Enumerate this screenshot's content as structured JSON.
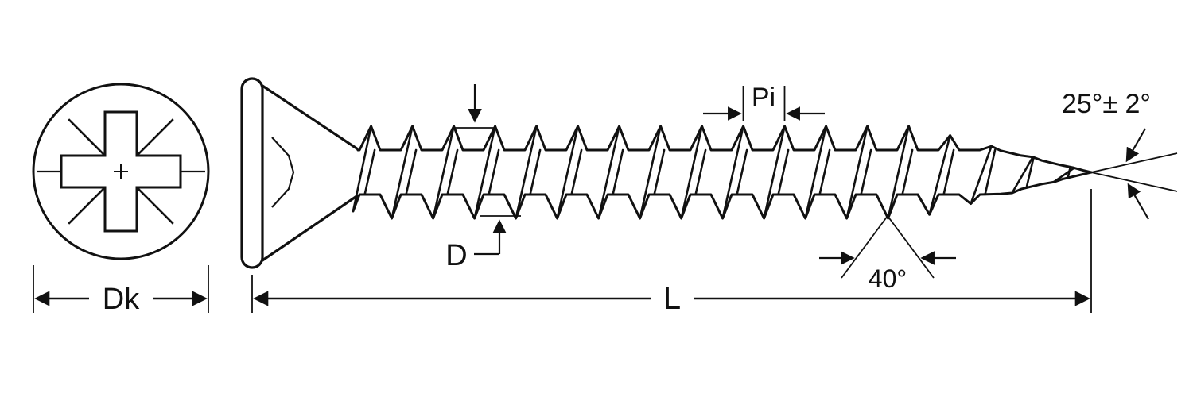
{
  "figure": {
    "colors": {
      "line": "#111111",
      "background": "#ffffff"
    },
    "labels": {
      "head_diameter": "Dk",
      "thread_diameter": "D",
      "pitch": "Pi",
      "length": "L",
      "thread_angle": "40°",
      "tip_angle": "25°± 2°"
    }
  }
}
